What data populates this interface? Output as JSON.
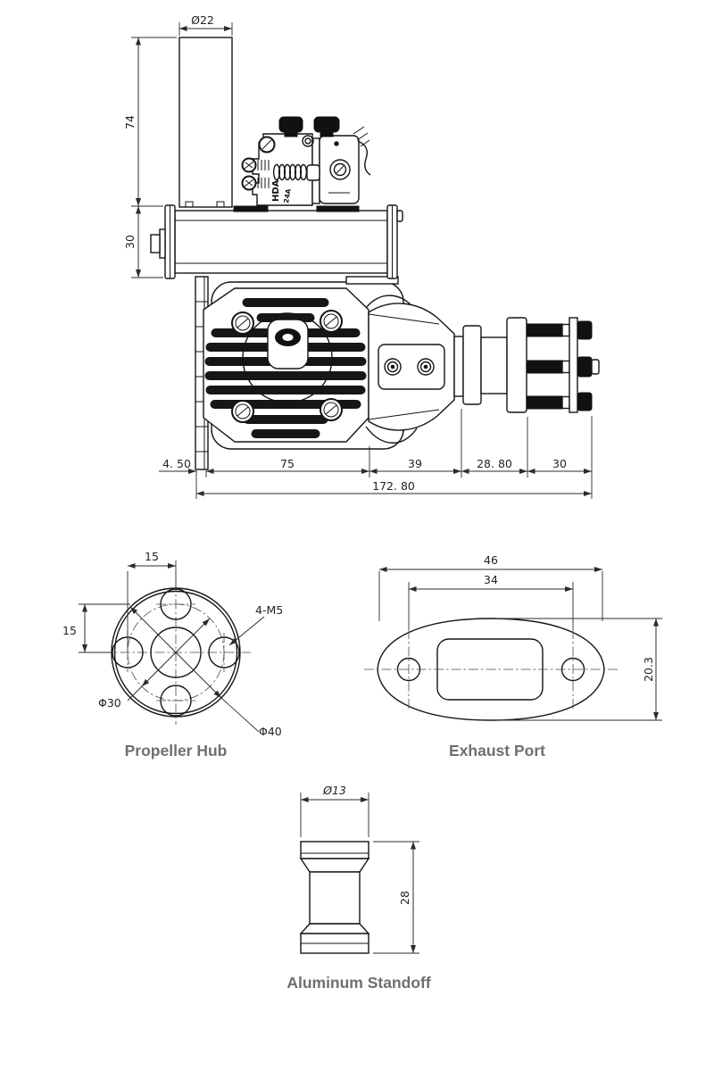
{
  "page": {
    "background": "#ffffff",
    "line_color": "#151515",
    "title_color": "#6f6f6f"
  },
  "main_view": {
    "carb_label": "HDA",
    "carb_sublabel": "24A",
    "dims": {
      "stack_diameter": "Ø22",
      "stack_height": "74",
      "muffler_height": "30",
      "mount_plate_thickness": "4. 50",
      "crankcase_length": "75",
      "front_housing_length": "39",
      "hub_section_length": "28. 80",
      "bolt_section_length": "30",
      "overall_length": "172. 80"
    }
  },
  "propeller_hub": {
    "title": "Propeller Hub",
    "dims": {
      "hole_offset_horizontal": "15",
      "hole_offset_vertical": "15",
      "bolt_holes": "4-M5",
      "bolt_circle_diameter": "Φ30",
      "flange_diameter": "Φ40"
    }
  },
  "exhaust_port": {
    "title": "Exhaust Port",
    "dims": {
      "overall_width": "46",
      "hole_spacing": "34",
      "height": "20.3"
    }
  },
  "aluminum_standoff": {
    "title": "Aluminum Standoff",
    "dims": {
      "diameter": "Ø13",
      "height": "28"
    }
  }
}
